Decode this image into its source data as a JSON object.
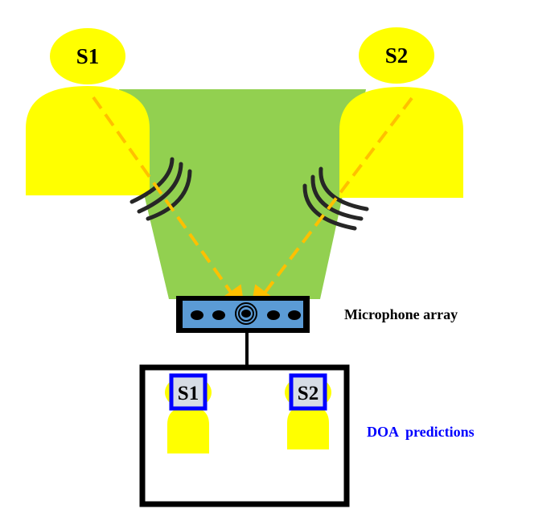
{
  "speakers": [
    {
      "label": "S1"
    },
    {
      "label": "S2"
    }
  ],
  "microphone_label": "Microphone array",
  "predictions_label": "DOA  predictions",
  "predictions": [
    {
      "label": "S1"
    },
    {
      "label": "S2"
    }
  ],
  "colors": {
    "person": "#ffff00",
    "coverage": "#92d050",
    "arrow": "#ffc000",
    "mic_array": "#5b9bd5",
    "sound_wave": "#262626",
    "prediction_box": "#0000ff",
    "prediction_caption": "#0000ff",
    "outline": "#000000"
  }
}
